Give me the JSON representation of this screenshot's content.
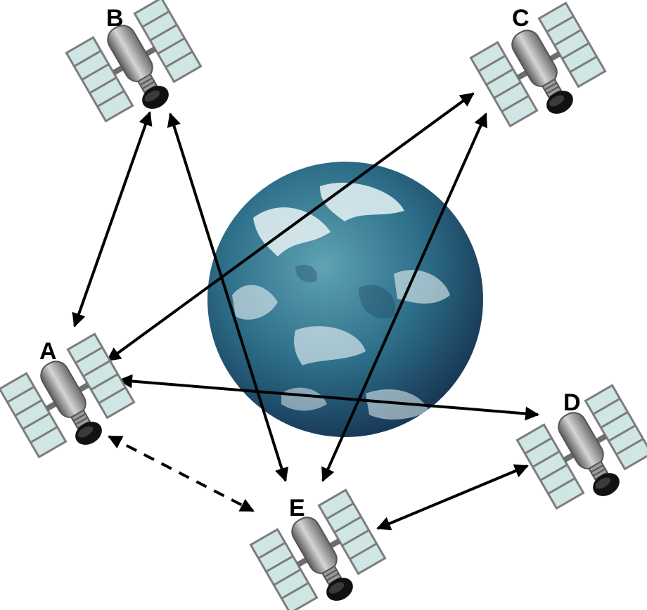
{
  "diagram": {
    "center": {
      "name": "earth"
    },
    "nodes": [
      {
        "id": "A",
        "label": "A"
      },
      {
        "id": "B",
        "label": "B"
      },
      {
        "id": "C",
        "label": "C"
      },
      {
        "id": "D",
        "label": "D"
      },
      {
        "id": "E",
        "label": "E"
      }
    ],
    "links": [
      {
        "from": "A",
        "to": "B",
        "style": "solid",
        "arrows": "both"
      },
      {
        "from": "A",
        "to": "C",
        "style": "solid",
        "arrows": "both"
      },
      {
        "from": "A",
        "to": "D",
        "style": "solid",
        "arrows": "both"
      },
      {
        "from": "A",
        "to": "E",
        "style": "dashed",
        "arrows": "both"
      },
      {
        "from": "B",
        "to": "E",
        "style": "solid",
        "arrows": "both"
      },
      {
        "from": "C",
        "to": "E",
        "style": "solid",
        "arrows": "both"
      },
      {
        "from": "D",
        "to": "E",
        "style": "solid",
        "arrows": "both"
      }
    ],
    "colors": {
      "ocean": "#2e6f8a",
      "ocean_dark": "#1d3f5c",
      "clouds": "#e8f3f5",
      "panel": "#cfe6e4",
      "panel_frame": "#8a8a8a",
      "body": "#8c8c8c",
      "arrow": "#000000"
    }
  }
}
